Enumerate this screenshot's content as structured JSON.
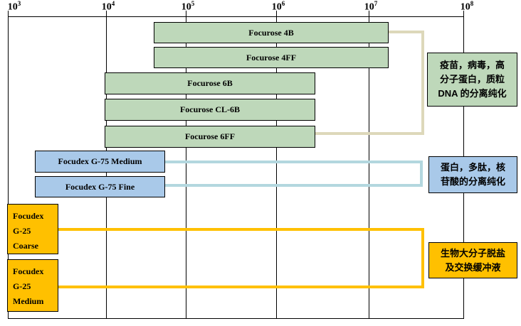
{
  "palette": {
    "bar_green": "#bed8ba",
    "bar_blue": "#a9c9e9",
    "bar_gold": "#ffc000",
    "connector_beige": "#ddd8ba",
    "connector_lightblue": "#b3d7df",
    "connector_gold": "#ffc000",
    "axis_black": "#000000"
  },
  "axis": {
    "ticks": [
      {
        "base": "10",
        "exp": "3"
      },
      {
        "base": "10",
        "exp": "4"
      },
      {
        "base": "10",
        "exp": "5"
      },
      {
        "base": "10",
        "exp": "6"
      },
      {
        "base": "10",
        "exp": "7"
      },
      {
        "base": "10",
        "exp": "8"
      }
    ]
  },
  "chart_data": {
    "type": "bar",
    "subtype": "horizontal log-scale separation-range chart of chromatography media",
    "title": "",
    "x_axis": {
      "scale": "log",
      "min": 1000,
      "max": 100000000,
      "tick_labels": [
        "10^3",
        "10^4",
        "10^5",
        "10^6",
        "10^7",
        "10^8"
      ],
      "grid": true,
      "position": "top"
    },
    "legend": false,
    "series": [
      {
        "name": "Focurose 4B",
        "range_min": 40000,
        "range_max": 20000000,
        "group": "agarose-4",
        "color": "#bed8ba"
      },
      {
        "name": "Focurose 4FF",
        "range_min": 40000,
        "range_max": 20000000,
        "group": "agarose-4",
        "color": "#bed8ba"
      },
      {
        "name": "Focurose 6B",
        "range_min": 10000,
        "range_max": 3000000,
        "group": "agarose-6",
        "color": "#bed8ba"
      },
      {
        "name": "Focurose CL-6B",
        "range_min": 10000,
        "range_max": 3000000,
        "group": "agarose-6",
        "color": "#bed8ba"
      },
      {
        "name": "Focurose 6FF",
        "range_min": 10000,
        "range_max": 3000000,
        "group": "agarose-6",
        "color": "#bed8ba"
      },
      {
        "name": "Focudex G-75 Medium",
        "range_min": 2000,
        "range_max": 60000,
        "group": "dextran-g75",
        "color": "#a9c9e9"
      },
      {
        "name": "Focudex G-75 Fine",
        "range_min": 2000,
        "range_max": 60000,
        "group": "dextran-g75",
        "color": "#a9c9e9"
      },
      {
        "name": "Focudex G-25 Coarse",
        "range_min": 1000,
        "range_max": 3000,
        "group": "dextran-g25",
        "color": "#ffc000",
        "label_lines": [
          "Focudex",
          "G-25",
          "Coarse"
        ]
      },
      {
        "name": "Focudex G-25 Medium",
        "range_min": 1000,
        "range_max": 3000,
        "group": "dextran-g25",
        "color": "#ffc000",
        "label_lines": [
          "Focudex",
          "G-25",
          "Medium"
        ]
      }
    ],
    "annotations": [
      {
        "group": "agarose",
        "color": "#bed8ba",
        "lines": [
          "疫苗，病毒，高",
          "分子蛋白，质粒",
          "DNA 的分离纯化"
        ]
      },
      {
        "group": "dextran-g75",
        "color": "#a9c9e9",
        "lines": [
          "蛋白，多肽，核",
          "苷酸的分离纯化"
        ]
      },
      {
        "group": "dextran-g25",
        "color": "#ffc000",
        "lines": [
          "生物大分子脱盐",
          "及交换缓冲液"
        ]
      }
    ]
  }
}
